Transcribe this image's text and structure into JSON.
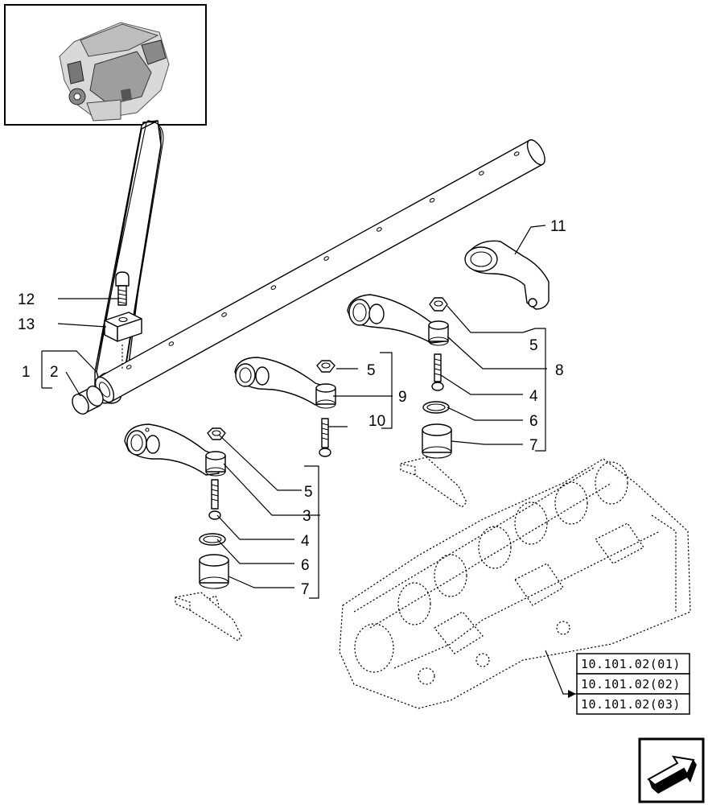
{
  "callouts": {
    "c1": "1",
    "c2": "2",
    "c3": "3",
    "c4a": "4",
    "c4b": "4",
    "c5a": "5",
    "c5b": "5",
    "c5c": "5",
    "c6a": "6",
    "c6b": "6",
    "c7a": "7",
    "c7b": "7",
    "c8": "8",
    "c9": "9",
    "c10": "10",
    "c11": "11",
    "c12": "12",
    "c13": "13"
  },
  "references": [
    "10.101.02(01)",
    "10.101.02(02)",
    "10.101.02(03)"
  ],
  "icons": {
    "thumbnail": "engine-thumbnail-icon",
    "next": "next-page-arrow-icon"
  }
}
